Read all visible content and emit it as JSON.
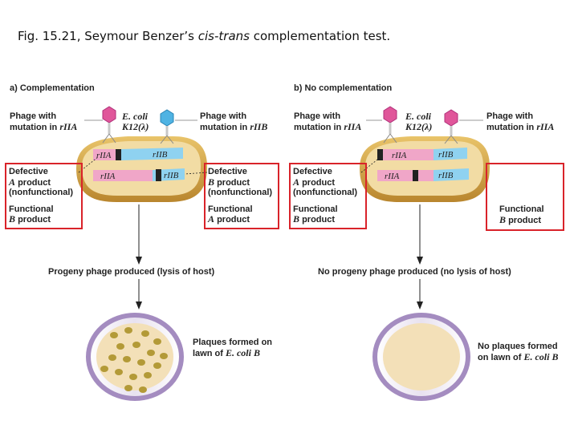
{
  "title": {
    "prefix": "Fig. 15.21, Seymour Benzer’s ",
    "italic": "cis-trans",
    "suffix": " complementation test."
  },
  "panels": [
    {
      "heading": "a) Complementation",
      "phage_left": {
        "line1": "Phage with",
        "line2_prefix": "mutation in ",
        "line2_gene": "rIIA"
      },
      "host": {
        "line1": "E. coli",
        "line2": "K12(λ)"
      },
      "phage_right": {
        "line1": "Phage with",
        "line2_prefix": "mutation in ",
        "line2_gene": "rIIB"
      },
      "left_box": {
        "l1": "Defective",
        "l2_ital": "A",
        "l2": " product",
        "l3": "(nonfunctional)",
        "l4": "Functional",
        "l5_ital": "B",
        "l5": " product"
      },
      "right_box": {
        "l1": "Defective",
        "l2_ital": "B",
        "l2": " product",
        "l3": "(nonfunctional)",
        "l4": "Functional",
        "l5_ital": "A",
        "l5": " product"
      },
      "genes": {
        "top_a": "rIIA",
        "top_b": "rIIB",
        "bottom_a": "rIIA",
        "bottom_b": "rIIB"
      },
      "result": "Progeny phage produced (lysis of host)",
      "plate": {
        "line1": "Plaques formed on",
        "line2_prefix": "lawn of ",
        "line2_ital": "E. coli B"
      }
    },
    {
      "heading": "b) No complementation",
      "phage_left": {
        "line1": "Phage with",
        "line2_prefix": "mutation in ",
        "line2_gene": "rIIA"
      },
      "host": {
        "line1": "E. coli",
        "line2": "K12(λ)"
      },
      "phage_right": {
        "line1": "Phage with",
        "line2_prefix": "mutation in ",
        "line2_gene": "rIIA"
      },
      "left_box": {
        "l1": "Defective",
        "l2_ital": "A",
        "l2": " product",
        "l3": "(nonfunctional)",
        "l4": "Functional",
        "l5_ital": "B",
        "l5": " product"
      },
      "right_box": {
        "l4": "Functional",
        "l5_ital": "B",
        "l5": " product"
      },
      "genes": {
        "top_a": "rIIA",
        "top_b": "rIIB",
        "bottom_a": "rIIA",
        "bottom_b": "rIIB"
      },
      "result": "No progeny phage produced (no lysis of host)",
      "plate": {
        "line1": "No plaques formed",
        "line2_prefix": "on lawn of ",
        "line2_ital": "E. coli B"
      }
    }
  ],
  "colors": {
    "highlight_box": "#d9232a",
    "cell_fill": "#f2dca4",
    "cell_rim": "#c9983e",
    "phage_pink": "#e0569a",
    "phage_blue": "#4fb3e3",
    "plaque": "#b39a37"
  }
}
